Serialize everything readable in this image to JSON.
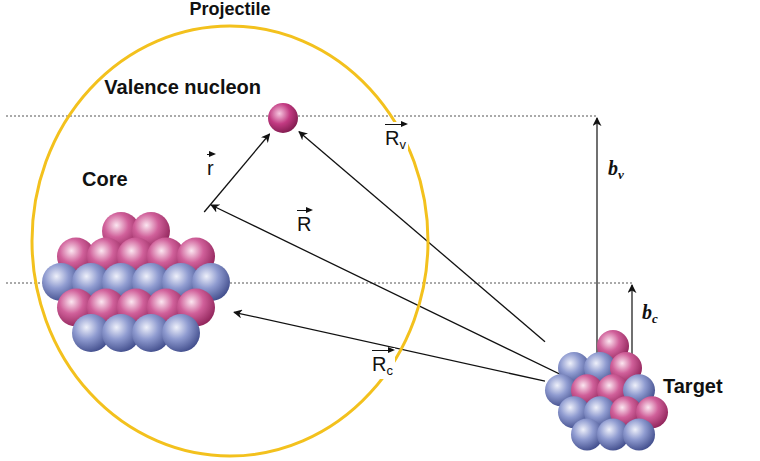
{
  "diagram": {
    "nodes": [
      {
        "text": [
          "Projectile"
        ]
      },
      {
        "text": [
          "Valence nucleon"
        ],
        "in": 0
      },
      {
        "text": [
          "Core"
        ],
        "in": 0
      },
      {
        "text": [
          "Target"
        ]
      }
    ],
    "edges": [
      {
        "from": 2,
        "to": 1,
        "arrow": "to",
        "label": "r"
      },
      {
        "from": 3,
        "to": 1,
        "arrow": "to",
        "label": "Rv"
      },
      {
        "from": 3,
        "to": 2,
        "arrow": "to",
        "label": "Rc"
      }
    ],
    "labels": [
      "R",
      "bv",
      "bc"
    ]
  }
}
